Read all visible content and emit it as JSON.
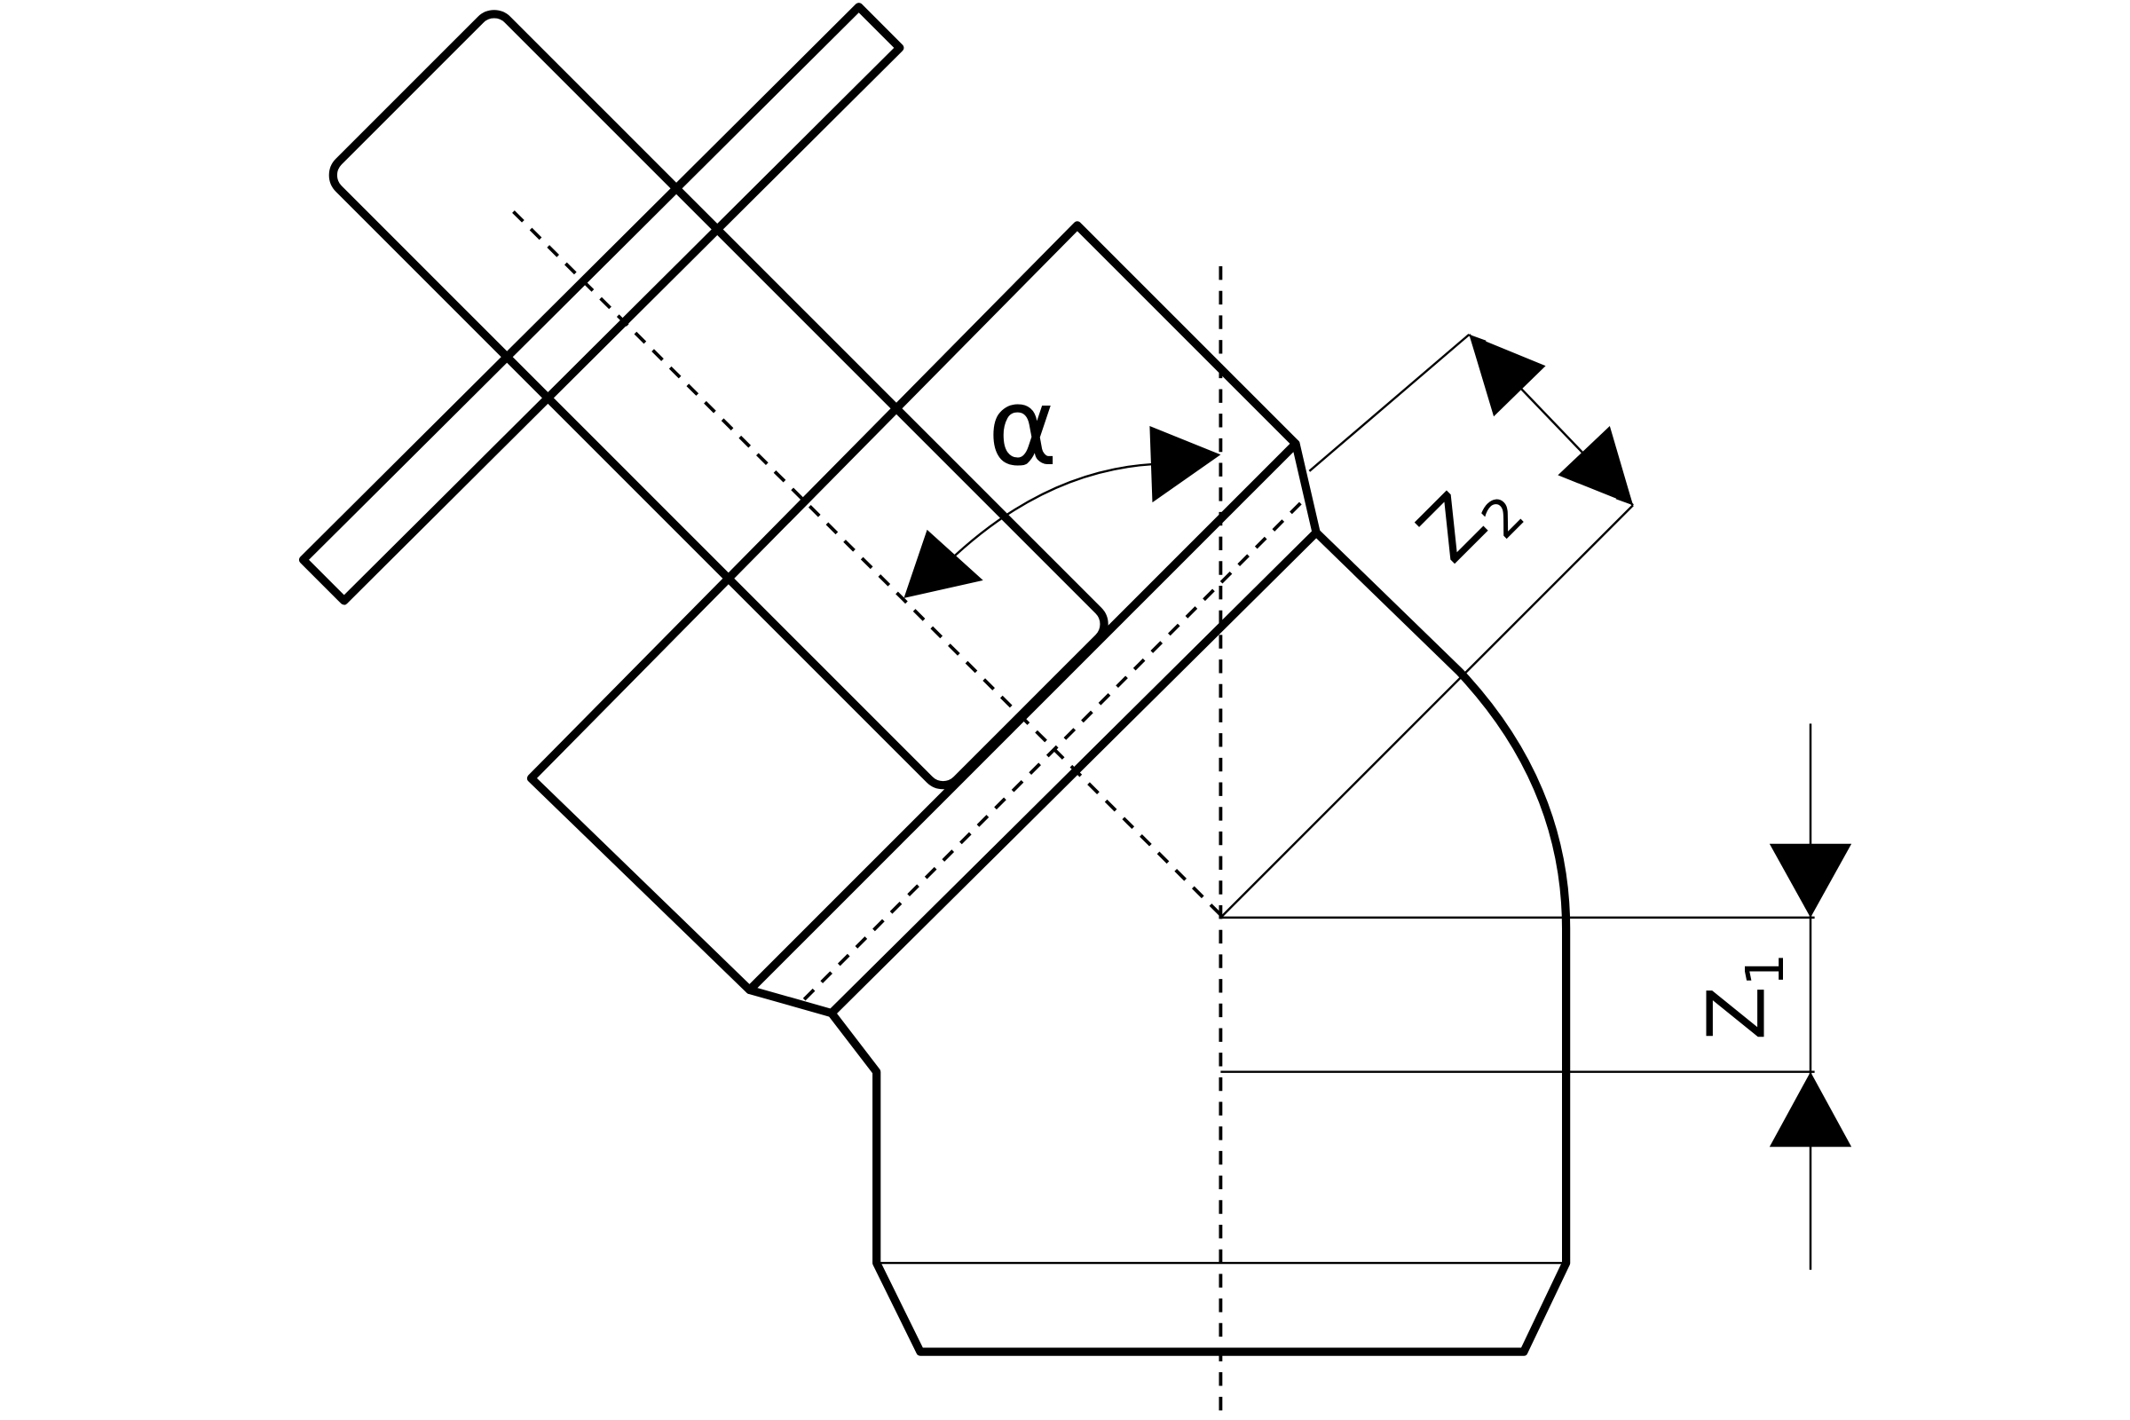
{
  "diagram": {
    "angle_label": "α",
    "dimension_z1": {
      "main": "Z",
      "sub": "1"
    },
    "dimension_z2": {
      "main": "Z",
      "sub": "2"
    }
  }
}
